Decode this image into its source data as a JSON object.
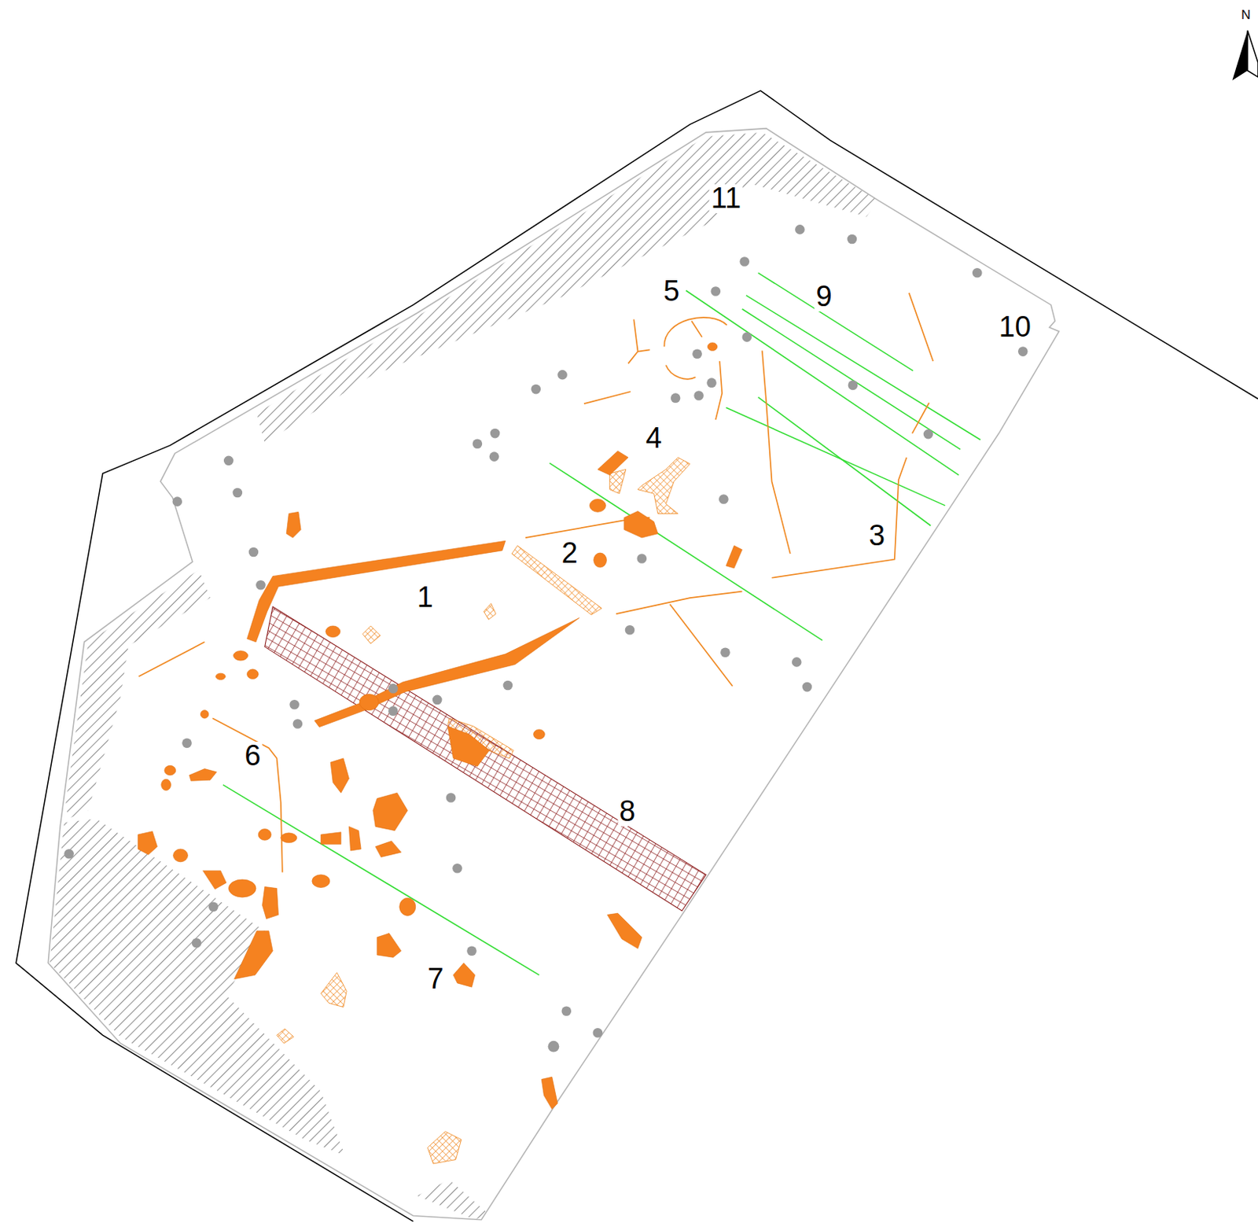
{
  "diagram": {
    "labels": [
      "N",
      "11",
      "5",
      "9",
      "10",
      "4",
      "3",
      "2",
      "1",
      "6",
      "8",
      "7"
    ]
  }
}
